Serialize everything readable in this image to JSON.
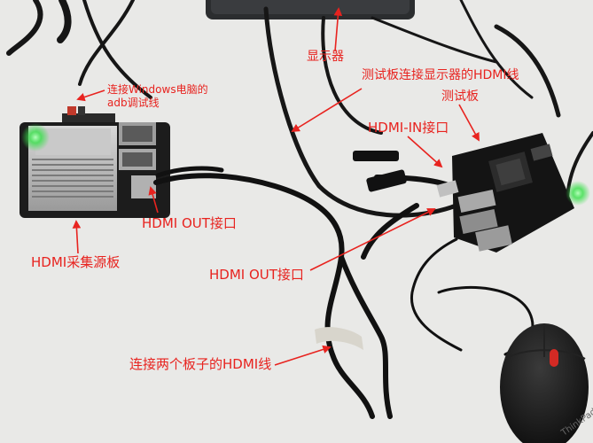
{
  "labels": {
    "monitor": "显示器",
    "test_board_monitor_cable": "测试板连接显示器的HDMI线",
    "test_board": "测试板",
    "hdmi_in_port": "HDMI-IN接口",
    "adb_line1": "连接Windows电脑的",
    "adb_line2": "adb调试线",
    "hdmi_out_port_source": "HDMI OUT接口",
    "hdmi_capture_board": "HDMI采集源板",
    "hdmi_out_port_test": "HDMI OUT接口",
    "cable_between_boards": "连接两个板子的HDMI线"
  },
  "mouse_brand": "ThinkPad",
  "colors": {
    "annotation": "#e8231f",
    "background": "#e9e9e7",
    "cable": "#111111",
    "led_green": "#38e04a"
  }
}
